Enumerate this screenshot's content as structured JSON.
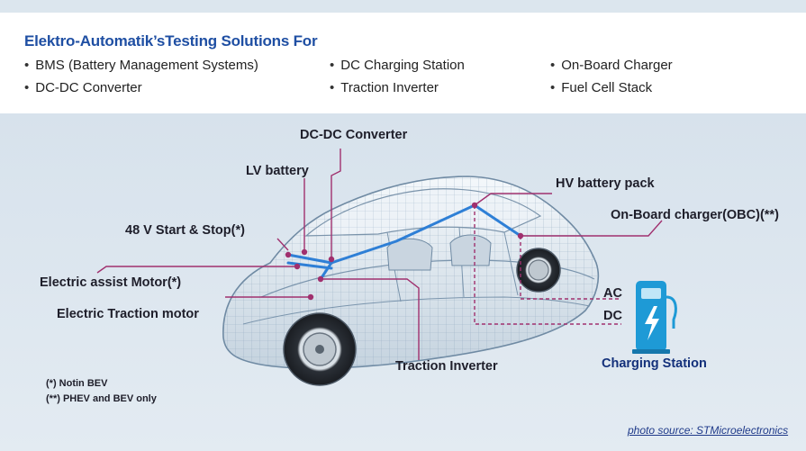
{
  "header": {
    "title": "Elektro-Automatik’sTesting Solutions For",
    "bullets": [
      "BMS (Battery Management Systems)",
      "DC Charging Station",
      "On-Board Charger",
      "DC-DC Converter",
      "Traction Inverter",
      "Fuel Cell Stack"
    ]
  },
  "labels": {
    "dcdc": "DC-DC Converter",
    "lv_battery": "LV battery",
    "hv_battery": "HV battery pack",
    "start_stop": "48 V Start & Stop(*)",
    "obc": "On-Board charger(OBC)(**)",
    "assist_motor": "Electric assist Motor(*)",
    "traction_motor": "Electric Traction motor",
    "traction_inverter": "Traction Inverter",
    "ac": "AC",
    "dc": "DC",
    "charging_station": "Charging Station"
  },
  "notes": {
    "not_bev": "(*) Notin BEV",
    "phev_bev": "(**) PHEV and BEV only"
  },
  "credit": "photo source: STMicroelectronics",
  "colors": {
    "title": "#1f4fa3",
    "leader": "#a0306e",
    "connection": "#2e7fd6",
    "charger": "#1e9ad6"
  }
}
